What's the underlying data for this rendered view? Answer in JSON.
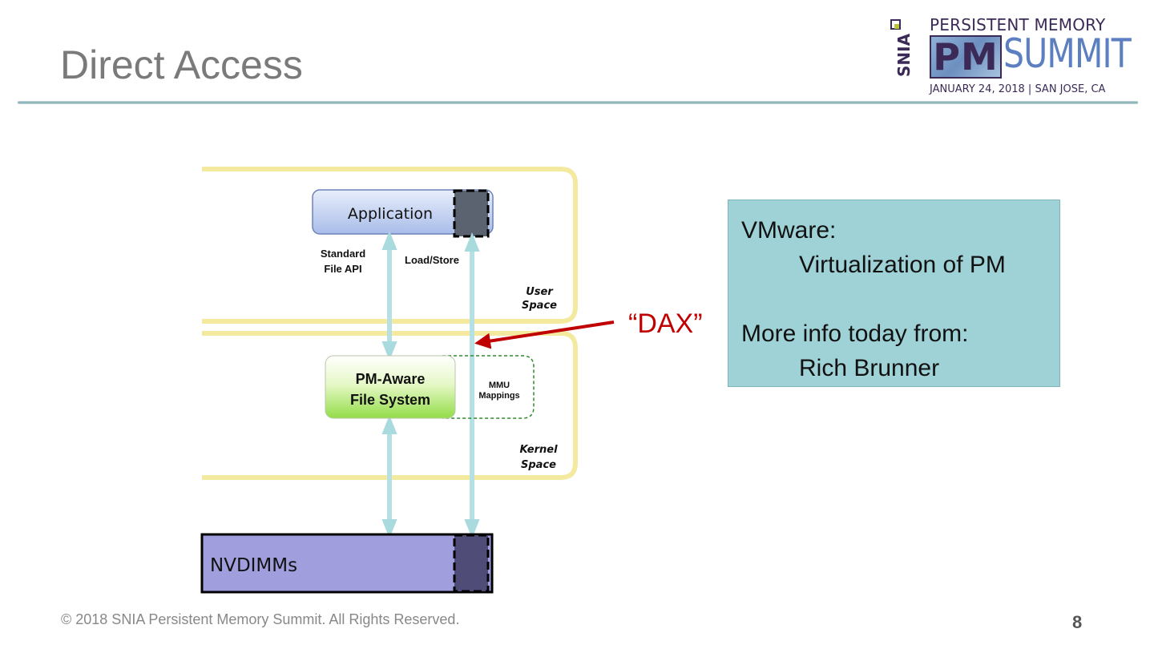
{
  "slide": {
    "title": "Direct Access",
    "footer": "© 2018 SNIA Persistent Memory Summit. All Rights Reserved.",
    "page_number": "8"
  },
  "logo": {
    "org": "SNIA",
    "line1": "PERSISTENT MEMORY",
    "pm": "PM",
    "summit": "SUMMIT",
    "date_location": "JANUARY 24, 2018   |   SAN JOSE, CA"
  },
  "diagram": {
    "application": "Application",
    "standard_file_api_line1": "Standard",
    "standard_file_api_line2": "File API",
    "load_store": "Load/Store",
    "user_space_line1": "User",
    "user_space_line2": "Space",
    "fs_line1": "PM-Aware",
    "fs_line2": "File System",
    "mmu_line1": "MMU",
    "mmu_line2": "Mappings",
    "kernel_space_line1": "Kernel",
    "kernel_space_line2": "Space",
    "nvdimms": "NVDIMMs",
    "dax": "“DAX”"
  },
  "info_box": {
    "line1": "VMware:",
    "line2": "Virtualization of PM",
    "line3": "More info today from:",
    "line4": "Rich Brunner"
  },
  "colors": {
    "title_gray": "#7a7a7a",
    "info_box_bg": "#9fd2d6",
    "dax_red": "#c00000",
    "nvdimm_purple": "#a09edc",
    "fs_green": "#9ee05a",
    "arrow_cyan": "#b6e0e4",
    "space_outline_yellow": "#f3eaa0"
  }
}
